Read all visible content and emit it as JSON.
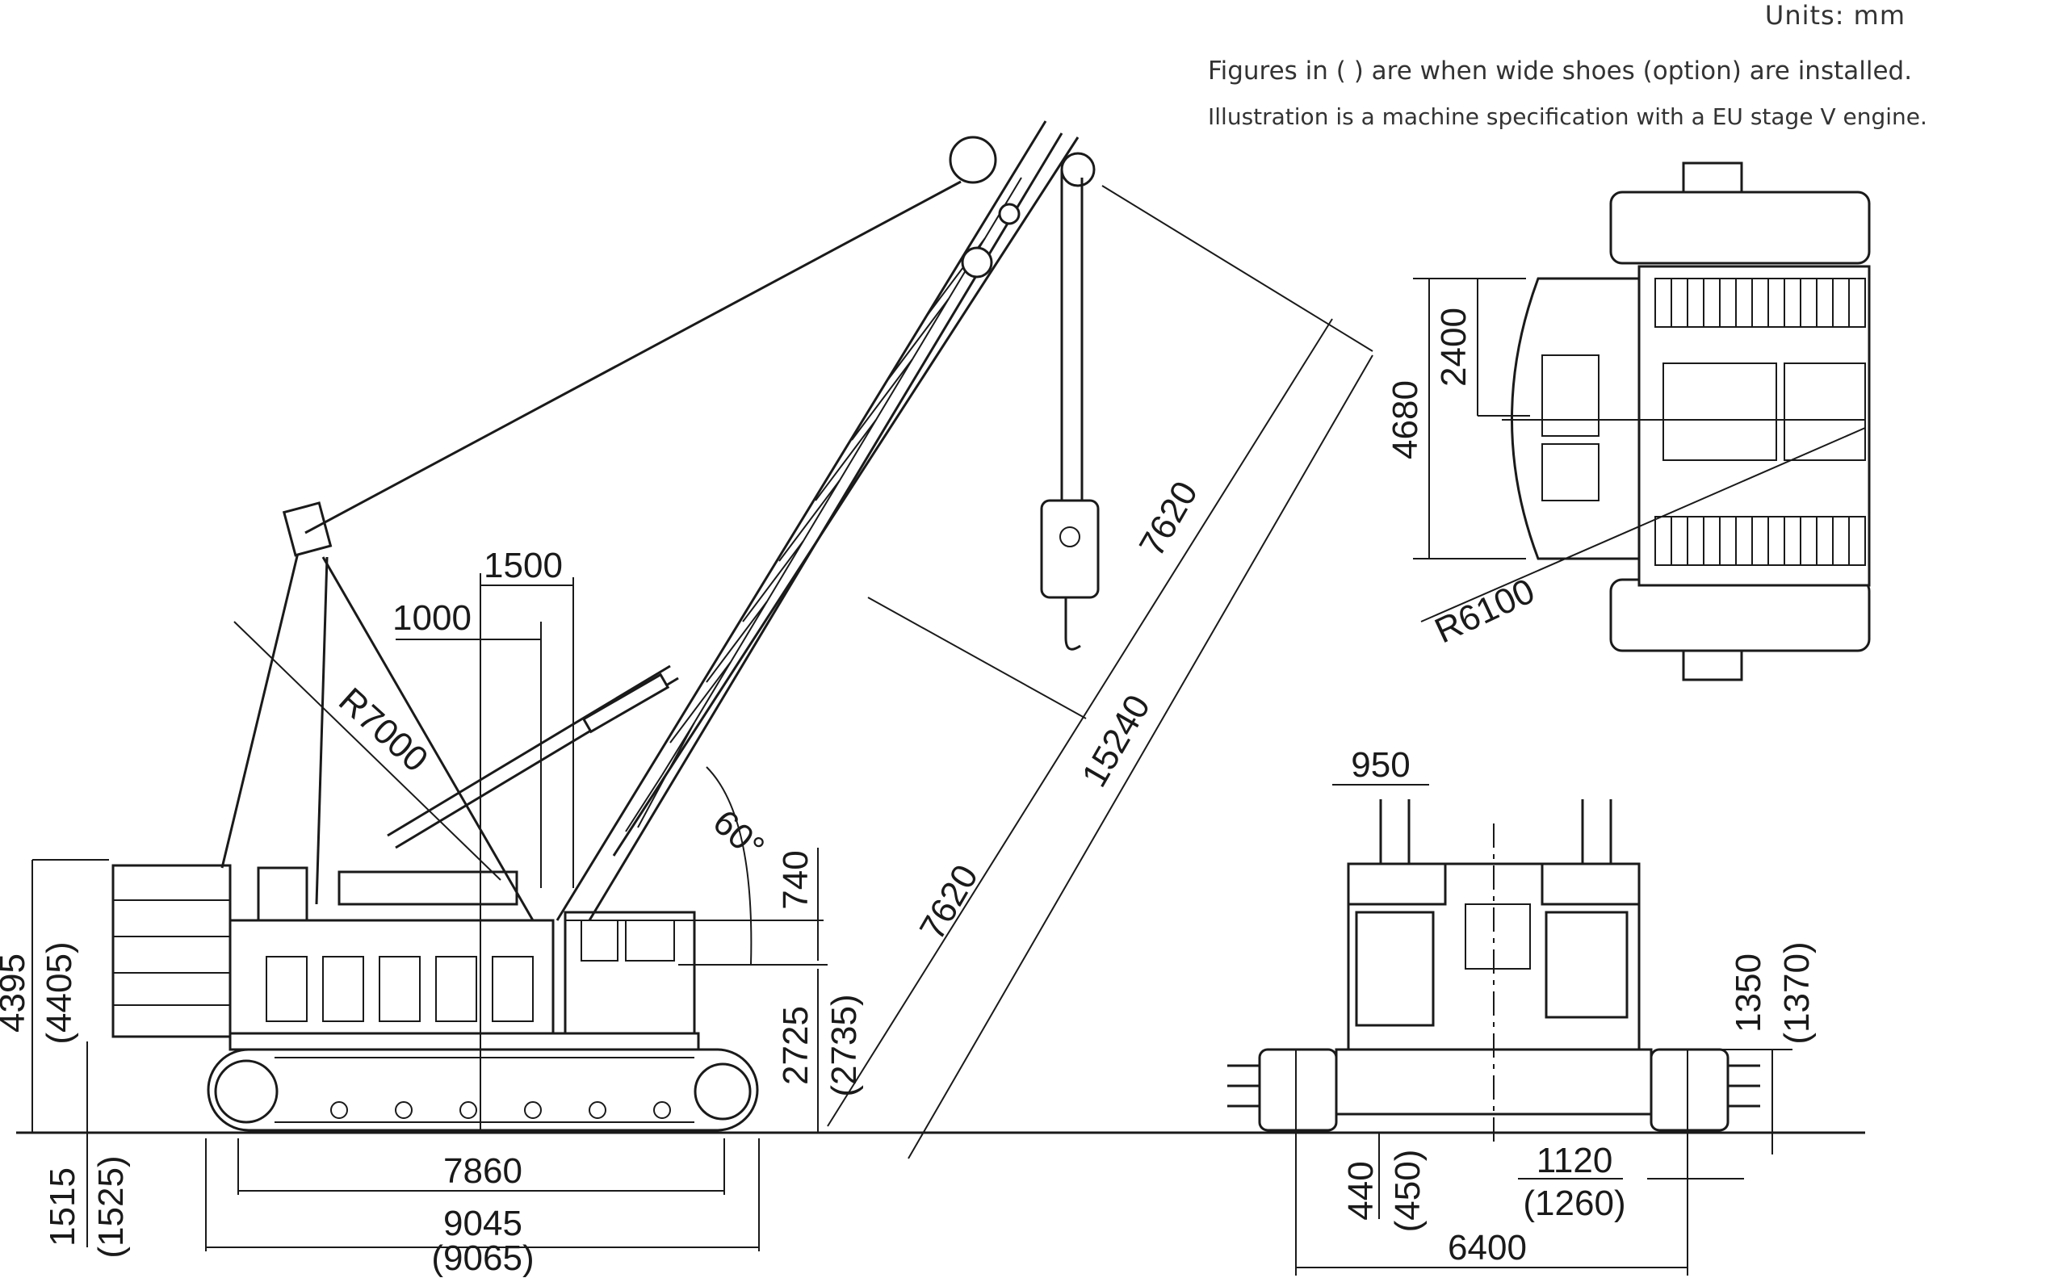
{
  "header": {
    "units": "Units: mm",
    "note_wide_shoes": "Figures in (    ) are when wide shoes (option) are installed.",
    "note_engine": "Illustration is a machine specification with a EU stage V engine."
  },
  "side_view": {
    "total_height": "4395",
    "total_height_wide": "(4405)",
    "ground_clearance": "1515",
    "ground_clearance_wide": "(1525)",
    "tumbler_distance": "7860",
    "crawler_length": "9045",
    "crawler_length_wide": "(9065)",
    "dim_1000": "1000",
    "dim_1500": "1500",
    "tail_radius": "R7000",
    "boom_angle": "60°",
    "dim_740": "740",
    "boom_foot_height": "2725",
    "boom_foot_height_wide": "(2735)",
    "boom_section_lower": "7620",
    "boom_length": "15240",
    "boom_section_upper": "7620"
  },
  "top_view": {
    "width_2400": "2400",
    "width_4680": "4680",
    "swing_radius": "R6100"
  },
  "front_view": {
    "dim_950": "950",
    "height_1350": "1350",
    "height_1350_wide": "(1370)",
    "shoe_height": "440",
    "shoe_height_wide": "(450)",
    "gauge": "1120",
    "gauge_wide": "(1260)",
    "overall_width": "6400"
  }
}
